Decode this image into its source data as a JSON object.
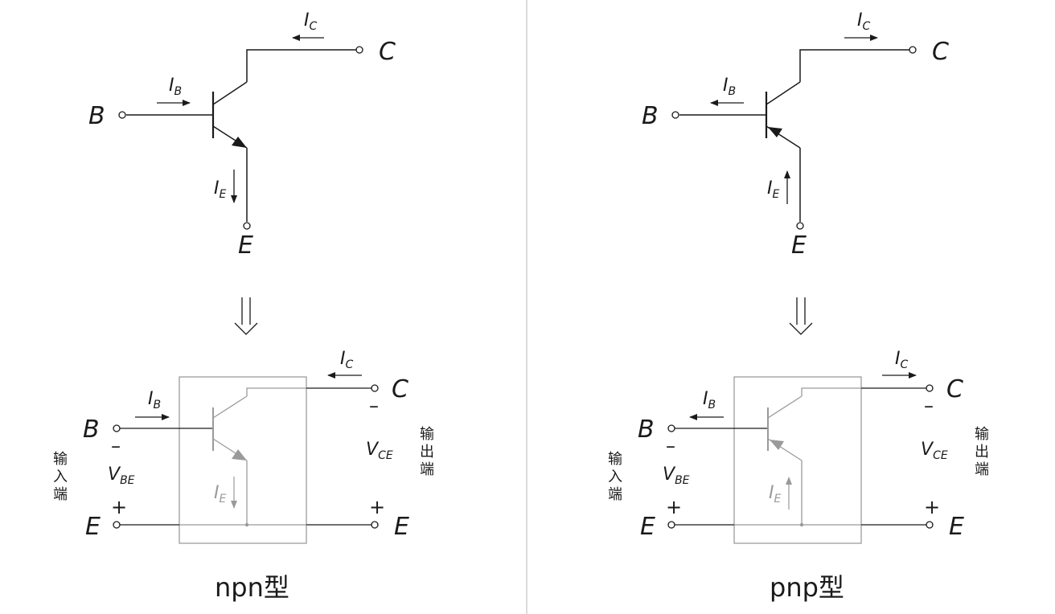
{
  "npn": {
    "title": "npn型",
    "labels": {
      "B": "B",
      "C": "C",
      "E": "E"
    },
    "currents": {
      "I": "I",
      "B": "B",
      "C": "C",
      "E": "E"
    },
    "voltages": {
      "V": "V",
      "BE": "BE",
      "CE": "CE"
    },
    "signs": {
      "minus": "–",
      "plus": "+"
    },
    "input_port": [
      "输",
      "入",
      "端"
    ],
    "output_port": [
      "输",
      "出",
      "端"
    ]
  },
  "pnp": {
    "title": "pnp型",
    "labels": {
      "B": "B",
      "C": "C",
      "E": "E"
    },
    "currents": {
      "I": "I",
      "B": "B",
      "C": "C",
      "E": "E"
    },
    "voltages": {
      "V": "V",
      "BE": "BE",
      "CE": "CE"
    },
    "signs": {
      "minus": "–",
      "plus": "+"
    },
    "input_port": [
      "输",
      "入",
      "端"
    ],
    "output_port": [
      "输",
      "出",
      "端"
    ]
  },
  "colors": {
    "line": "#1a1a1a",
    "gray": "#9a9a9a",
    "divider": "#bdbdbd"
  }
}
